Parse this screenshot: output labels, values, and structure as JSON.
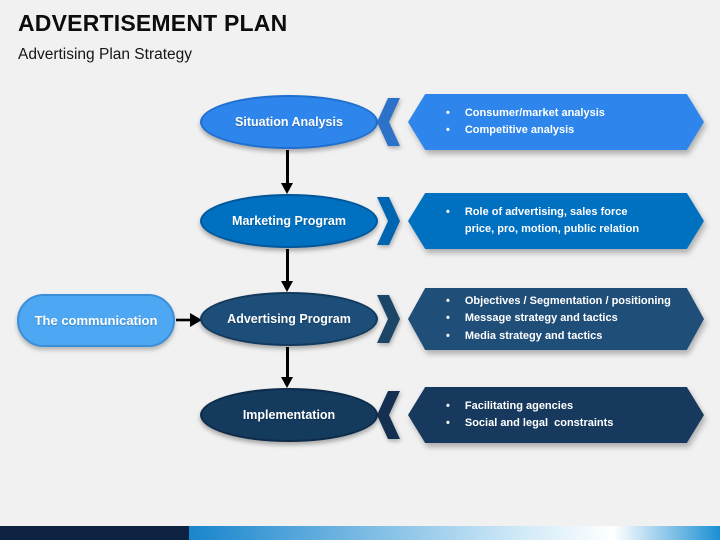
{
  "slide": {
    "title": "ADVERTISEMENT PLAN",
    "subtitle": "Advertising Plan Strategy",
    "background": "#F1F1F2"
  },
  "communication": {
    "label": "The communication",
    "fill": "#4DA7F2",
    "border": "#3B8FD9"
  },
  "rows": [
    {
      "label": "Situation Analysis",
      "bullets": [
        "Consumer/market analysis",
        "Competitive analysis"
      ],
      "bullet_glyph": "•",
      "arrow_direction": "left",
      "ellipse_fill": "#2E86EC",
      "ellipse_border": "#1F6FD0",
      "banner_fill": "#2E86EC",
      "chevron_fill": "#2B72C8"
    },
    {
      "label": "Marketing Program",
      "bullets": [
        "Role of advertising, sales force price, pro, motion, public relation"
      ],
      "bullet_glyph": "•",
      "arrow_direction": "right",
      "ellipse_fill": "#0070C0",
      "ellipse_border": "#00579B",
      "banner_fill": "#0070C0",
      "chevron_fill": "#0065B0"
    },
    {
      "label": "Advertising Program",
      "bullets": [
        "Objectives / Segmentation / positioning",
        "Message strategy and tactics",
        "Media strategy and tactics"
      ],
      "bullet_glyph": "•",
      "arrow_direction": "right",
      "ellipse_fill": "#1C4E79",
      "ellipse_border": "#133A5C",
      "banner_fill": "#1F4E79",
      "chevron_fill": "#1B4668"
    },
    {
      "label": "Implementation",
      "bullets": [
        "Facilitating agencies",
        "Social and legal  constraints"
      ],
      "bullet_glyph": "•",
      "arrow_direction": "left",
      "ellipse_fill": "#143A5E",
      "ellipse_border": "#0E2C49",
      "banner_fill": "#17395E",
      "chevron_fill": "#152F50"
    }
  ],
  "footer": {
    "navy": "#0D2240",
    "grad_start": "#1985CD",
    "grad_mid": "#CFE9F7",
    "grad_white": "#FFFFFF",
    "grad_end": "#1B8FD4"
  }
}
